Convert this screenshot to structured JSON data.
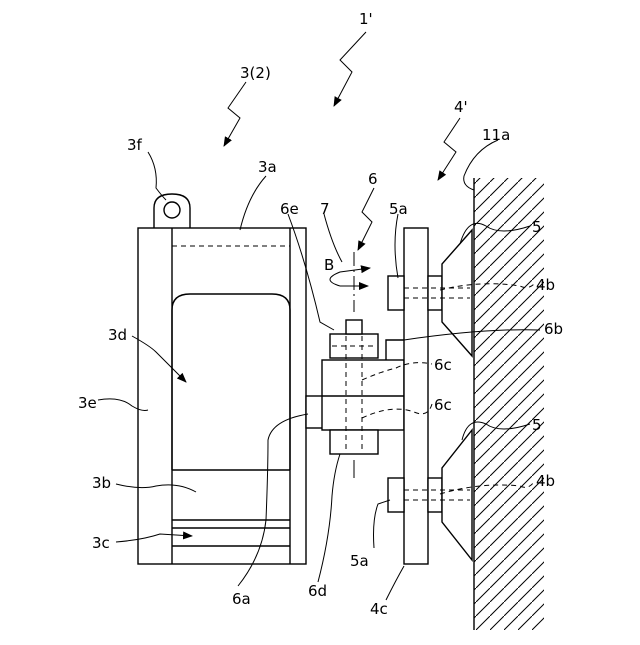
{
  "labels": {
    "assembly": "1'",
    "unit": "3(2)",
    "ring": "3f",
    "housing_top": "3a",
    "bracket_assy": "6",
    "pin": "7",
    "nut": "6e",
    "pad": "5a",
    "rotation": "B",
    "plate_assy": "4'",
    "wall": "11a",
    "cup_upper": "5",
    "stem_upper": "4b",
    "clamp_plate": "6b",
    "window": "3d",
    "bore_upper": "6c",
    "bore_lower": "6c",
    "side_wall": "3e",
    "cup_lower": "5",
    "stem_lower": "4b",
    "band_upper": "3b",
    "band_lower": "3c",
    "pad_lower": "5a",
    "arm": "6a",
    "bolt_head": "6d",
    "plate": "4c"
  }
}
